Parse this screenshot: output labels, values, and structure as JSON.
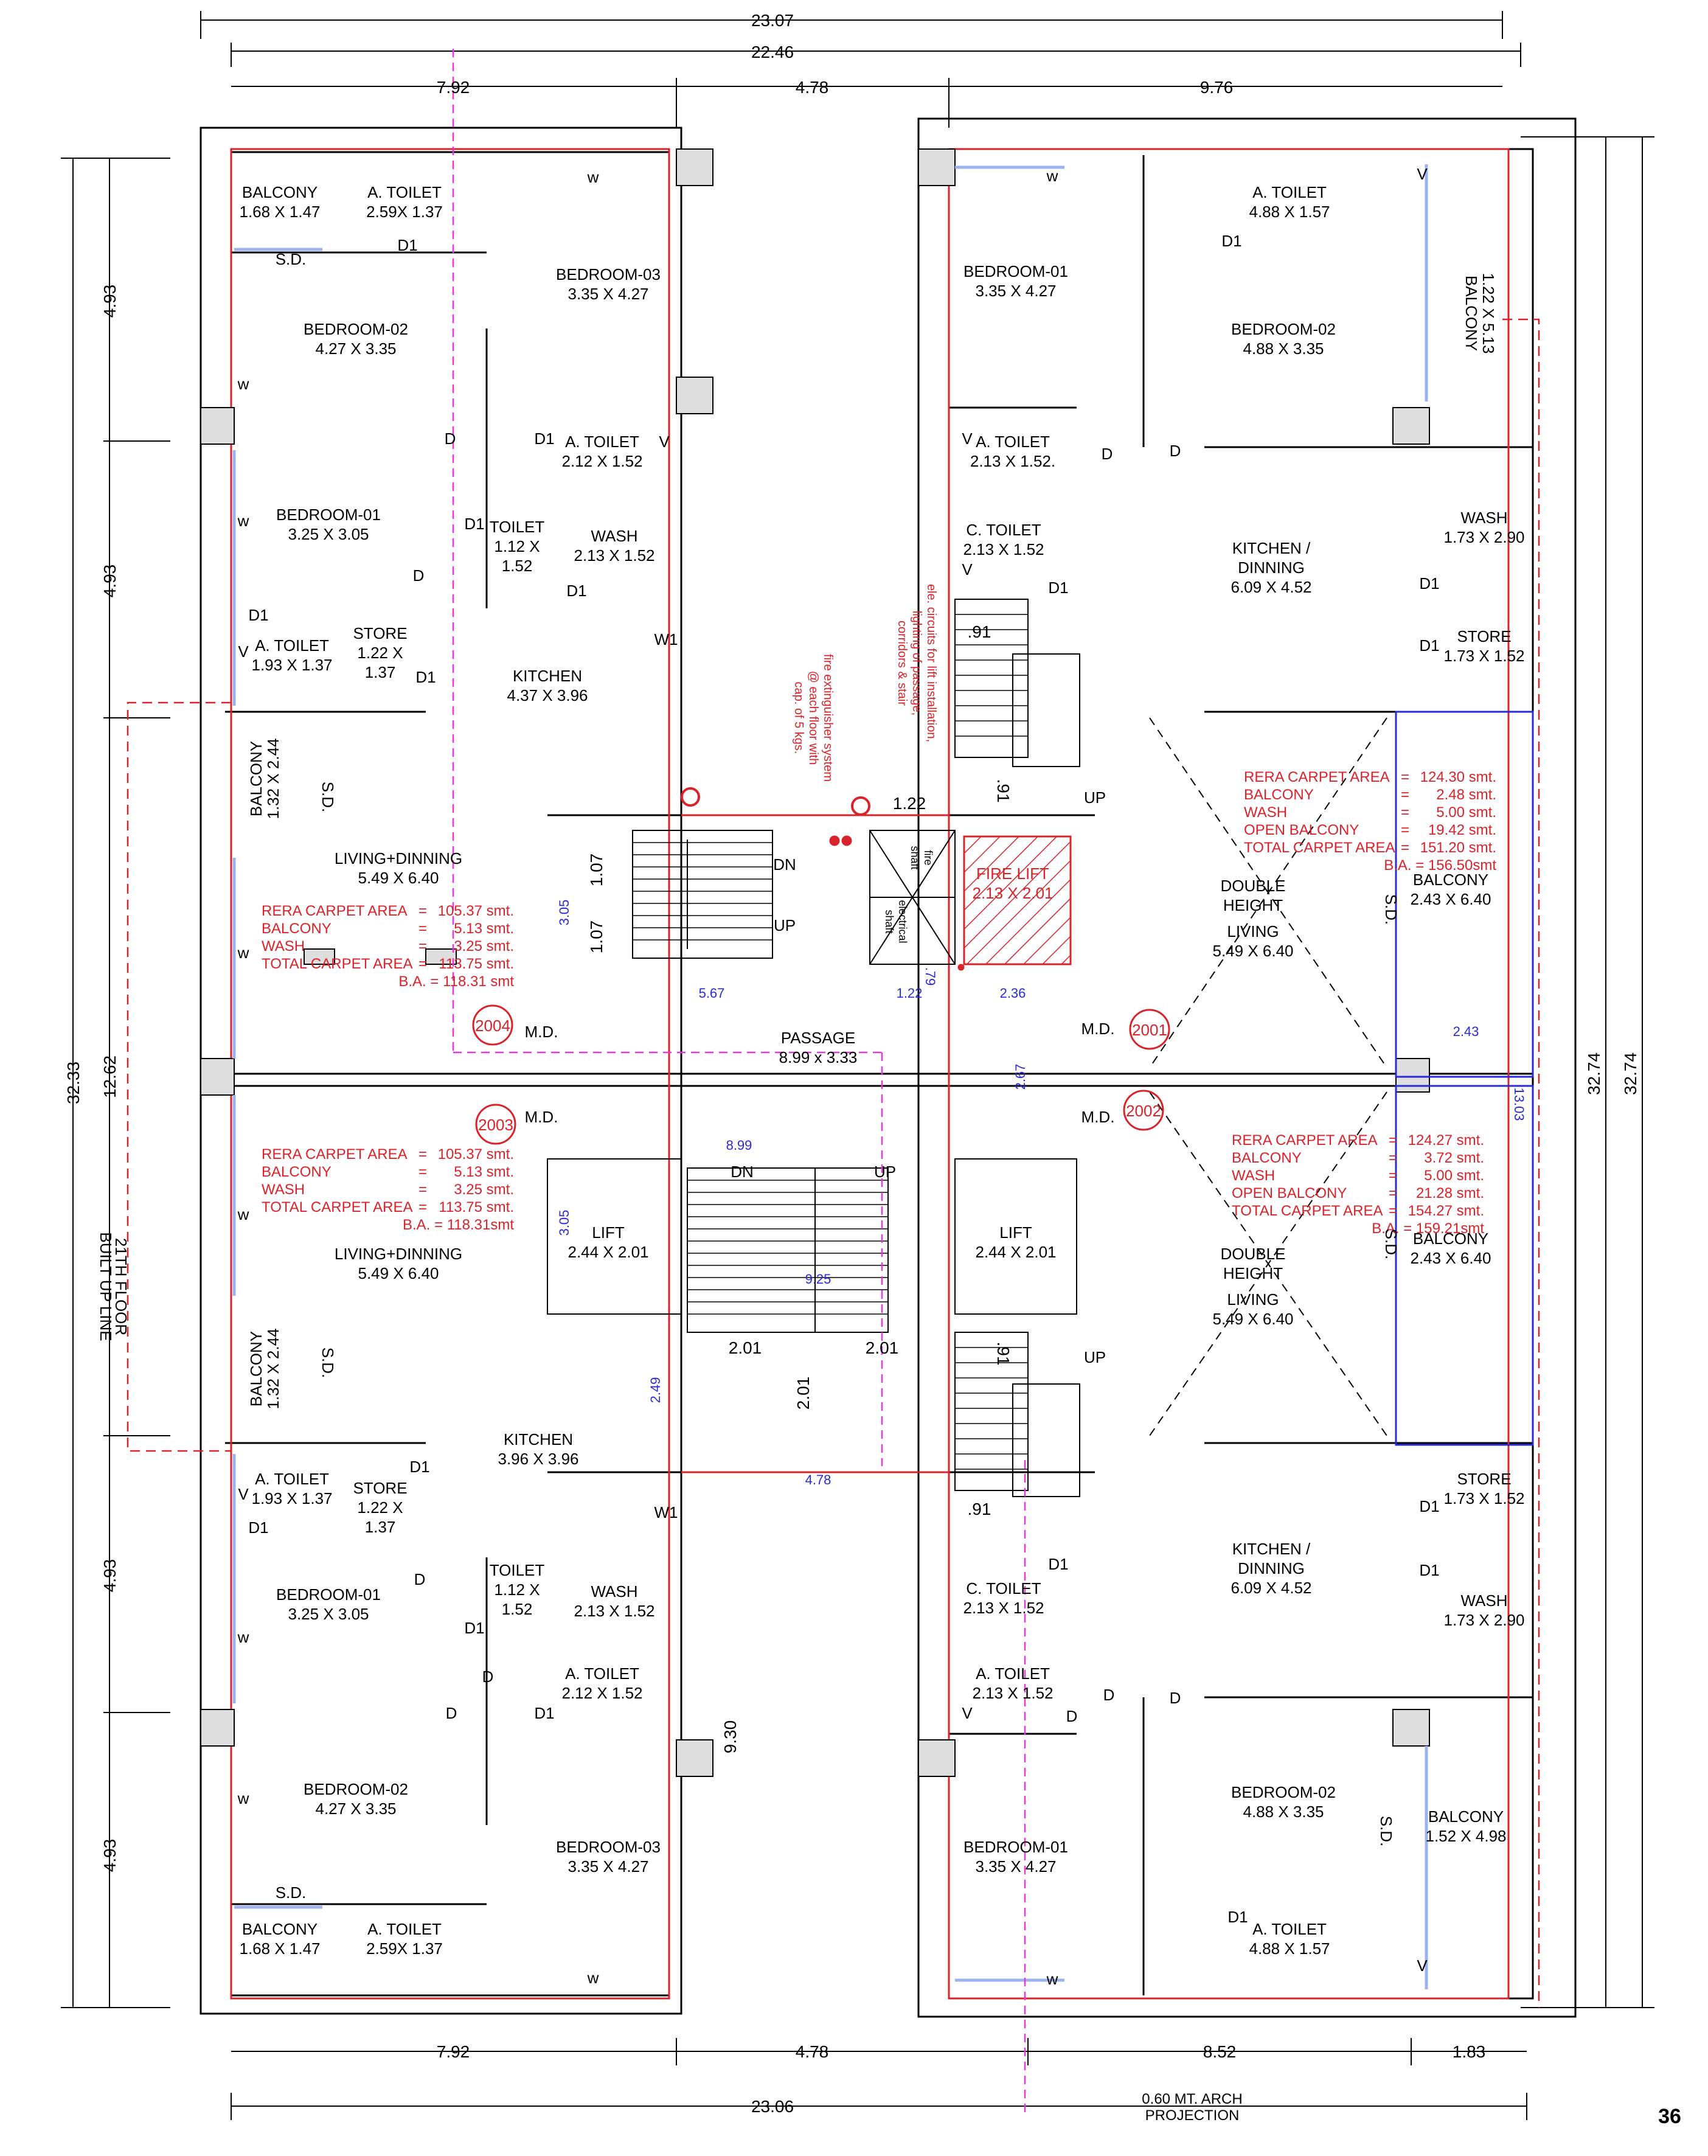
{
  "page_number": "36",
  "colors": {
    "ink": "#000000",
    "red": "#d9232a",
    "blue": "#2b2bd6",
    "magenta": "#e23ad8",
    "wall_fill": "#dedede",
    "glass": "#9db3ef"
  },
  "top_dims": {
    "overall_outer": "23.07",
    "overall_inner": "22.46",
    "left": "7.92",
    "middle": "4.78",
    "right": "9.76"
  },
  "bottom_dims": {
    "left": "7.92",
    "middle": "4.78",
    "right_a": "8.52",
    "right_b": "1.83",
    "overall": "23.06"
  },
  "left_dims": {
    "upper": "4.93",
    "upper2": "4.93",
    "middle": "12.62",
    "lower": "4.93",
    "lower2": "4.93",
    "overall": "32.33"
  },
  "right_dims": {
    "a": "32.74",
    "b": "32.74"
  },
  "built_up_line": [
    "21TH FLOOR",
    "BUILT UP LINE"
  ],
  "arch_projection": [
    "0.60 MT. ARCH",
    "PROJECTION"
  ],
  "rooms": [
    {
      "name": "BALCONY",
      "size": "1.68 X 1.47"
    },
    {
      "name": "A. TOILET",
      "size": "2.59X 1.37"
    },
    {
      "name": "BEDROOM-03",
      "size": "3.35 X 4.27"
    },
    {
      "name": "BEDROOM-02",
      "size": "4.27 X 3.35"
    },
    {
      "name": "A. TOILET",
      "size": "2.12 X 1.52"
    },
    {
      "name": "BEDROOM-01",
      "size": "3.25 X 3.05"
    },
    {
      "name": "TOILET",
      "size": "1.12 X",
      "size2": "1.52"
    },
    {
      "name": "WASH",
      "size": "2.13 X 1.52"
    },
    {
      "name": "A. TOILET",
      "size": "1.93 X 1.37"
    },
    {
      "name": "STORE",
      "size": "1.22 X",
      "size2": "1.37"
    },
    {
      "name": "KITCHEN",
      "size": "4.37 X 3.96"
    },
    {
      "name": "BALCONY",
      "size": "1.32 X 2.44"
    },
    {
      "name": "LIVING+DINNING",
      "size": "5.49 X 6.40"
    },
    {
      "name": "BEDROOM-01",
      "size": "3.35 X 4.27"
    },
    {
      "name": "A. TOILET",
      "size": "4.88 X 1.57"
    },
    {
      "name": "BEDROOM-02",
      "size": "4.88 X 3.35"
    },
    {
      "name": "BALCONY",
      "size": "1.22 X 5.13"
    },
    {
      "name": "A. TOILET",
      "size": "2.13 X 1.52."
    },
    {
      "name": "C. TOILET",
      "size": "2.13 X 1.52"
    },
    {
      "name": "KITCHEN /",
      "size": "DINNING",
      "size2": "6.09  X 4.52"
    },
    {
      "name": "WASH",
      "size": "1.73 X 2.90"
    },
    {
      "name": "STORE",
      "size": "1.73 X 1.52"
    },
    {
      "name": "BALCONY",
      "size": "2.43 X 6.40"
    },
    {
      "name": "DOUBLE",
      "size": "HEIGHT"
    },
    {
      "name": "LIVING",
      "size": "5.49 X 6.40"
    },
    {
      "name": "PASSAGE",
      "size": "8.99 x 3.33"
    },
    {
      "name": "FIRE LIFT",
      "size": "2.13 X 2.01"
    },
    {
      "name": "LIFT",
      "size": "2.44 X 2.01"
    },
    {
      "name": "LIFT",
      "size": "2.44 X 2.01"
    },
    {
      "name": "LIVING+DINNING",
      "size": "5.49 X 6.40"
    },
    {
      "name": "BALCONY",
      "size": "1.32 X 2.44"
    },
    {
      "name": "A. TOILET",
      "size": "1.93 X 1.37"
    },
    {
      "name": "STORE",
      "size": "1.22 X",
      "size2": "1.37"
    },
    {
      "name": "KITCHEN",
      "size": "3.96 X 3.96"
    },
    {
      "name": "BEDROOM-01",
      "size": "3.25 X 3.05"
    },
    {
      "name": "TOILET",
      "size": "1.12 X",
      "size2": "1.52"
    },
    {
      "name": "WASH",
      "size": "2.13 X 1.52"
    },
    {
      "name": "A. TOILET",
      "size": "2.12 X 1.52"
    },
    {
      "name": "BEDROOM-02",
      "size": "4.27 X 3.35"
    },
    {
      "name": "BEDROOM-03",
      "size": "3.35 X 4.27"
    },
    {
      "name": "BALCONY",
      "size": "1.68 X 1.47"
    },
    {
      "name": "A. TOILET",
      "size": "2.59X 1.37"
    },
    {
      "name": "DOUBLE",
      "size": "HEIGHT"
    },
    {
      "name": "LIVING",
      "size": "5.49 X 6.40"
    },
    {
      "name": "BALCONY",
      "size": "2.43 X 6.40"
    },
    {
      "name": "STORE",
      "size": "1.73 X 1.52"
    },
    {
      "name": "KITCHEN /",
      "size": "DINNING",
      "size2": "6.09 X 4.52"
    },
    {
      "name": "WASH",
      "size": "1.73 X 2.90"
    },
    {
      "name": "C. TOILET",
      "size": "2.13 X 1.52"
    },
    {
      "name": "A. TOILET",
      "size": "2.13 X 1.52"
    },
    {
      "name": "BEDROOM-02",
      "size": "4.88 X 3.35"
    },
    {
      "name": "BALCONY",
      "size": "1.52 X 4.98"
    },
    {
      "name": "BEDROOM-01",
      "size": "3.35 X 4.27"
    },
    {
      "name": "A. TOILET",
      "size": "4.88 X 1.57"
    }
  ],
  "units": [
    {
      "id": "2004",
      "lines": [
        "RERA CARPET AREA  =  105.37 smt.",
        "BALCONY           =   5.13 smt.",
        "WASH              =   3.25 smt.",
        "TOTAL CARPET AREA  =  113.75 smt.",
        "B.A. = 118.31 smt"
      ]
    },
    {
      "id": "2003",
      "lines": [
        "RERA CARPET AREA  =  105.37 smt.",
        "BALCONY           =   5.13 smt.",
        "WASH              =   3.25 smt.",
        "TOTAL CARPET AREA  =  113.75 smt.",
        "B.A. = 118.31smt"
      ]
    },
    {
      "id": "2001",
      "lines": [
        "RERA CARPET AREA  =  124.30 smt.",
        "BALCONY           =   2.48 smt.",
        "WASH              =   5.00 smt.",
        "OPEN BALCONY      =  19.42 smt.",
        "TOTAL CARPET AREA  =  151.20 smt.",
        "B.A. = 156.50smt"
      ]
    },
    {
      "id": "2002",
      "lines": [
        "RERA CARPET AREA  =  124.27 smt.",
        "BALCONY           =   3.72 smt.",
        "WASH              =   5.00 smt.",
        "OPEN BALCONY      =  21.28 smt.",
        "TOTAL CARPET AREA  =  154.27 smt.",
        "B.A. = 159.21smt"
      ]
    }
  ],
  "notes": {
    "fire_ext": [
      "fire extinguisher system",
      "@ each floor with",
      "cap. of 5 kgs."
    ],
    "ele_circuits": [
      "ele. circuits for lift installation,",
      "lighting of passage,",
      "corridors & stair"
    ],
    "fire_shaft": [
      "fire",
      "shaft"
    ],
    "electrical_shaft": [
      "electrical",
      "shaft"
    ]
  },
  "small_dims": {
    "d_122": "1.22",
    "d_107a": "1.07",
    "d_107b": "1.07",
    "d_305a": "3.05",
    "d_305b": "3.05",
    "d_567": "5.67",
    "d_122b": "1.22",
    "d_236": "2.36",
    "d_267": "2.67",
    "d_243": "2.43",
    "d_1303": "13.03",
    "d_899": "8.99",
    "d_925": "9.25",
    "d_201a": "2.01",
    "d_201b": "2.01",
    "d_201c": "2.01",
    "d_249": "2.49",
    "d_478": "4.78",
    "d_930": "9.30",
    "d_91a": ".91",
    "d_91b": ".91",
    "d_91c": ".91",
    "d_91d": ".91",
    "d_79": ".79"
  },
  "tags": {
    "up": "UP",
    "dn": "DN",
    "md": "M.D.",
    "sd": "S.D.",
    "d1": "D1",
    "d": "D",
    "w": "w",
    "w1": "W1",
    "v": "V"
  }
}
